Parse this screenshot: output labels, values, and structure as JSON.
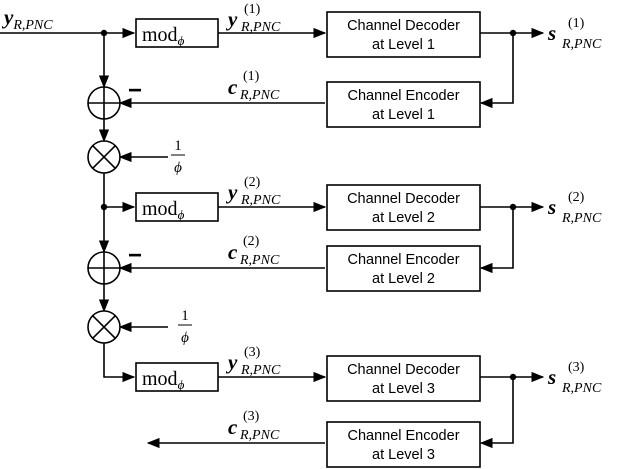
{
  "input_signal": {
    "main": "y",
    "sub": "R,PNC"
  },
  "mod_label": {
    "text": "mod",
    "sub": "ϕ"
  },
  "levels": [
    {
      "y_label": {
        "main": "y",
        "sub": "R,PNC",
        "sup": "(1)"
      },
      "c_label": {
        "main": "c",
        "sub": "R,PNC",
        "sup": "(1)"
      },
      "s_label": {
        "main": "s",
        "sub": "R,PNC",
        "sup": "(1)"
      },
      "decoder": [
        "Channel Decoder",
        "at Level 1"
      ],
      "encoder": [
        "Channel Encoder",
        "at Level 1"
      ]
    },
    {
      "y_label": {
        "main": "y",
        "sub": "R,PNC",
        "sup": "(2)"
      },
      "c_label": {
        "main": "c",
        "sub": "R,PNC",
        "sup": "(2)"
      },
      "s_label": {
        "main": "s",
        "sub": "R,PNC",
        "sup": "(2)"
      },
      "decoder": [
        "Channel Decoder",
        "at Level 2"
      ],
      "encoder": [
        "Channel Encoder",
        "at Level 2"
      ]
    },
    {
      "y_label": {
        "main": "y",
        "sub": "R,PNC",
        "sup": "(3)"
      },
      "c_label": {
        "main": "c",
        "sub": "R,PNC",
        "sup": "(3)"
      },
      "s_label": {
        "main": "s",
        "sub": "R,PNC",
        "sup": "(3)"
      },
      "decoder": [
        "Channel Decoder",
        "at Level 3"
      ],
      "encoder": [
        "Channel Encoder",
        "at Level 3"
      ]
    }
  ],
  "multiplier": {
    "num": "1",
    "den": "ϕ"
  },
  "minus_sign": "−"
}
